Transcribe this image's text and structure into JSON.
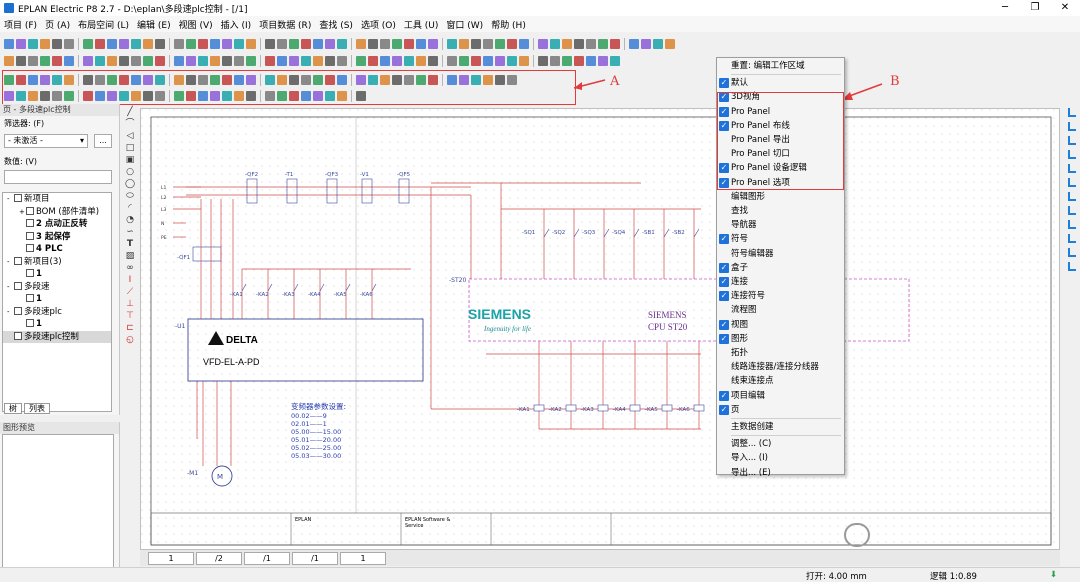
{
  "window": {
    "title": "EPLAN Electric P8 2.7 - D:\\eplan\\多段速plc控制 - [/1]",
    "minimize": "─",
    "maximize": "❐",
    "close": "✕"
  },
  "menu": [
    "项目 (F)",
    "页 (A)",
    "布局空间 (L)",
    "编辑 (E)",
    "视图 (V)",
    "插入 (I)",
    "项目数据 (R)",
    "查找 (S)",
    "选项 (O)",
    "工具 (U)",
    "窗口 (W)",
    "帮助 (H)"
  ],
  "annotations": {
    "a": "A",
    "b": "B"
  },
  "page_navigator": {
    "title": "页 - 多段速plc控制",
    "filter_label": "筛选器: (F)",
    "filter_value": "- 未激活 -",
    "filter_button": "...",
    "value_label": "数值: (V)",
    "value_field": "",
    "tree": [
      {
        "label": "新项目",
        "level": 0,
        "expander": "-"
      },
      {
        "label": "BOM (部件清单)",
        "level": 1,
        "expander": "+"
      },
      {
        "label": "2 点动正反转",
        "level": 1,
        "expander": ""
      },
      {
        "label": "3 起保停",
        "level": 1,
        "expander": ""
      },
      {
        "label": "4 PLC",
        "level": 1,
        "expander": ""
      },
      {
        "label": "新项目(3)",
        "level": 0,
        "expander": "-"
      },
      {
        "label": "1",
        "level": 1,
        "expander": ""
      },
      {
        "label": "多段速",
        "level": 0,
        "expander": "-"
      },
      {
        "label": "1",
        "level": 1,
        "expander": ""
      },
      {
        "label": "多段速plc",
        "level": 0,
        "expander": "-"
      },
      {
        "label": "1",
        "level": 1,
        "expander": ""
      },
      {
        "label": "多段速plc控制",
        "level": 0,
        "expander": ""
      }
    ],
    "tabs": [
      "树",
      "列表"
    ]
  },
  "preview": {
    "title": "图形预览"
  },
  "page_tabs": [
    "1",
    "/2",
    "/1",
    "/1",
    "1"
  ],
  "status": {
    "snap": "打开: 4.00 mm",
    "logic": "逻辑 1:0.89"
  },
  "context_menu": [
    {
      "label": "重置: 编辑工作区域",
      "checked": false
    },
    {
      "label": "默认",
      "checked": true
    },
    {
      "label": "3D视角",
      "checked": true
    },
    {
      "label": "Pro Panel",
      "checked": true
    },
    {
      "label": "Pro Panel 布线",
      "checked": true
    },
    {
      "label": "Pro Panel 导出",
      "checked": false
    },
    {
      "label": "Pro Panel 切口",
      "checked": false
    },
    {
      "label": "Pro Panel 设备逻辑",
      "checked": true
    },
    {
      "label": "Pro Panel 选项",
      "checked": true
    },
    {
      "label": "编辑图形",
      "checked": false
    },
    {
      "label": "查找",
      "checked": false
    },
    {
      "label": "导航器",
      "checked": false
    },
    {
      "label": "符号",
      "checked": true
    },
    {
      "label": "符号编辑器",
      "checked": false
    },
    {
      "label": "盒子",
      "checked": true
    },
    {
      "label": "连接",
      "checked": true
    },
    {
      "label": "连接符号",
      "checked": true
    },
    {
      "label": "流程图",
      "checked": false
    },
    {
      "label": "视图",
      "checked": true
    },
    {
      "label": "图形",
      "checked": true
    },
    {
      "label": "拓扑",
      "checked": false
    },
    {
      "label": "线路连接器/连接分线器",
      "checked": false
    },
    {
      "label": "线束连接点",
      "checked": false
    },
    {
      "label": "项目编辑",
      "checked": true
    },
    {
      "label": "页",
      "checked": true
    },
    {
      "label": "主数据创建",
      "checked": false
    },
    {
      "label": "调整... (C)",
      "checked": false
    },
    {
      "label": "导入... (I)",
      "checked": false
    },
    {
      "label": "导出... (E)",
      "checked": false
    }
  ],
  "schematic": {
    "phase_labels": [
      "L1",
      "L2",
      "L3",
      "N",
      "PE"
    ],
    "breakers": [
      "-QF2",
      "-T1",
      "-QF3",
      "-V1",
      "-QF5"
    ],
    "main_breaker": "-QF1",
    "vfd_tag": "-U1",
    "vfd_brand": "DELTA",
    "vfd_model": "VFD-EL-A-PD",
    "motor_tag": "-M1",
    "relays_top": [
      "-KA1",
      "-KA2",
      "-KA3",
      "-KA4",
      "-KA5",
      "-KA6"
    ],
    "switches": [
      "-SQ1",
      "-SQ2",
      "-SQ3",
      "-SQ4",
      "-SB1",
      "-SB2"
    ],
    "plc_tag": "-ST20",
    "plc_brand": "SIEMENS",
    "plc_slogan": "Ingenuity for life",
    "plc_name": "SIEMENS",
    "plc_model": "CPU  ST20",
    "relays_bottom": [
      "-KA1",
      "-KA2",
      "-KA3",
      "-KA4",
      "-KA5",
      "-KA6"
    ],
    "param_title": "变频器参数设置:",
    "params": [
      "00.02——9",
      "02.01——1",
      "05.00——15.00",
      "05.01——20.00",
      "05.02——25.00",
      "05.03——30.00"
    ],
    "title_block": [
      "EPLAN",
      "EPLAN Software &",
      "Service"
    ]
  },
  "colors": {
    "wire": "#d24a4a",
    "plc_box": "#cc55cc",
    "accent": "#1f72d9",
    "annotation": "#e23b3b"
  }
}
